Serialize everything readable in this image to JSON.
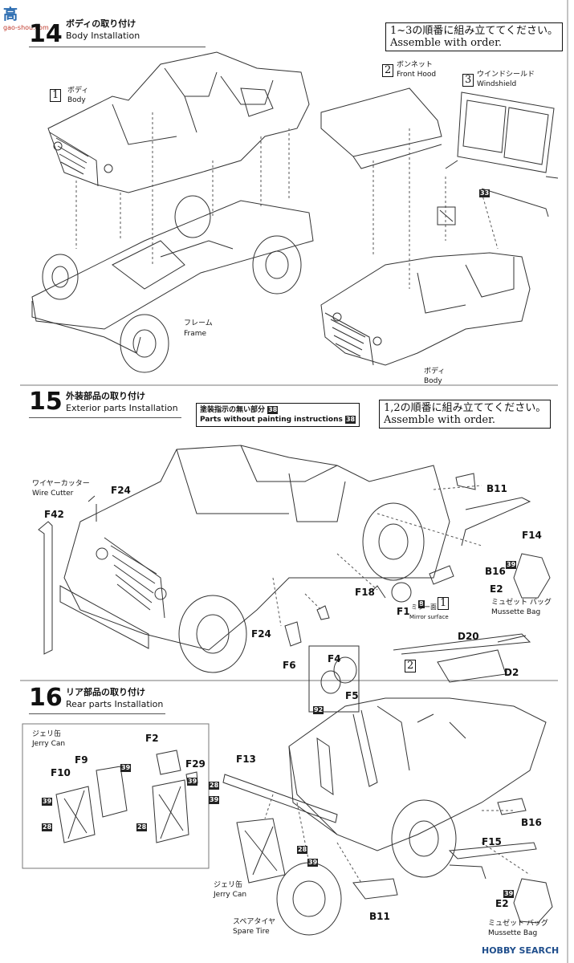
{
  "steps": [
    {
      "number": "14",
      "title_jp": "ボディの取り付け",
      "title_en": "Body Installation"
    },
    {
      "number": "15",
      "title_jp": "外装部品の取り付け",
      "title_en": "Exterior parts Installation"
    },
    {
      "number": "16",
      "title_jp": "リア部品の取り付け",
      "title_en": "Rear parts Installation"
    }
  ],
  "notes": {
    "order14_jp": "1~3の順番に組み立ててください。",
    "order14_en": "Assemble with order.",
    "order15_jp": "1,2の順番に組み立ててください。",
    "order15_en": "Assemble with order.",
    "paint_jp": "塗装指示の無い部分",
    "paint_en": "Parts without painting instructions",
    "paint_code": "38"
  },
  "sub_labels": {
    "body_num": "1",
    "body_jp": "ボディ",
    "body_en": "Body",
    "hood_num": "2",
    "hood_jp": "ボンネット",
    "hood_en": "Front Hood",
    "wind_num": "3",
    "wind_jp": "ウインドシールド",
    "wind_en": "Windshield",
    "frame_jp": "フレーム",
    "frame_en": "Frame",
    "body2_jp": "ボディ",
    "body2_en": "Body",
    "wire_jp": "ワイヤーカッター",
    "wire_en": "Wire Cutter",
    "mirror_jp": "ミラー面",
    "mirror_en": "Mirror surface",
    "mirror_code": "8",
    "bag_jp": "ミュゼット バッグ",
    "bag_en": "Mussette Bag",
    "jerry_jp": "ジェリ缶",
    "jerry_en": "Jerry Can",
    "jerry2_jp": "ジェリ缶",
    "jerry2_en": "Jerry Can",
    "spare_jp": "スペアタイヤ",
    "spare_en": "Spare Tire",
    "bag2_jp": "ミュゼット バッグ",
    "bag2_en": "Mussette Bag",
    "seq1": "1",
    "seq2": "2"
  },
  "paint_codes": {
    "c33": "33",
    "c39a": "39",
    "c92": "92",
    "c39b": "39",
    "c39c": "39",
    "c28a": "28",
    "c39d": "39",
    "c28b": "28",
    "c39e": "39",
    "c28c": "28",
    "c39f": "39",
    "c28d": "28",
    "c39g": "39"
  },
  "parts": {
    "f24a": "F24",
    "f42": "F42",
    "b11a": "B11",
    "f14": "F14",
    "b16a": "B16",
    "e2a": "E2",
    "f18": "F18",
    "f1": "F1",
    "d20": "D20",
    "d2": "D2",
    "f24b": "F24",
    "f6": "F6",
    "f4": "F4",
    "f5": "F5",
    "f2": "F2",
    "f9": "F9",
    "f10": "F10",
    "f29": "F29",
    "f13": "F13",
    "b16b": "B16",
    "f15": "F15",
    "e2b": "E2",
    "b11b": "B11"
  },
  "watermark": {
    "top_left_cn": "高",
    "top_left_url": "gao-shou.com",
    "bottom_right": "HOBBY SEARCH"
  }
}
